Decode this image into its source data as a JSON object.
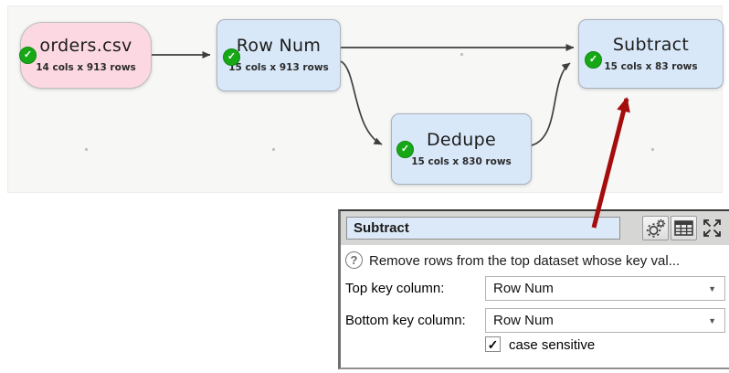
{
  "colors": {
    "node_blue": "#d9e8f8",
    "node_pink": "#fcd8e2",
    "status_green": "#17a817",
    "annotation_red": "#a50c0c",
    "title_field_blue": "#dce9f8",
    "connector_gray": "#3f3f3f"
  },
  "canvas": {
    "nodes": [
      {
        "title": "orders.csv",
        "subtitle": "14 cols x 913 rows"
      },
      {
        "title": "Row Num",
        "subtitle": "15 cols x 913 rows"
      },
      {
        "title": "Dedupe",
        "subtitle": "15 cols x 830 rows"
      },
      {
        "title": "Subtract",
        "subtitle": "15 cols x 83 rows"
      }
    ]
  },
  "panel": {
    "title_value": "Subtract",
    "help_text": "Remove rows from the top dataset whose key val...",
    "fields": [
      {
        "label": "Top key column:",
        "value": "Row Num"
      },
      {
        "label": "Bottom key column:",
        "value": "Row Num"
      }
    ],
    "checkbox_label": "case sensitive",
    "checkbox_checked": true
  },
  "icons": {
    "status_check": "✓",
    "help": "?",
    "dropdown_arrow": "▼",
    "checkbox_check": "✓"
  }
}
